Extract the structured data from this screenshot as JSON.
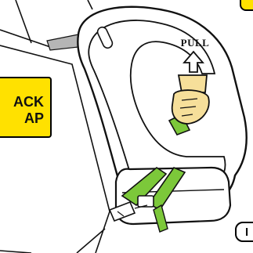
{
  "labels": {
    "side_box_line1": "ACK",
    "side_box_line2": "AP",
    "pull": "PULL",
    "corner_bottom_fragment": "I"
  },
  "colors": {
    "strap_green": "#7cc83a",
    "label_yellow": "#ffe100",
    "hand_skin": "#f6df9a",
    "outline": "#111111",
    "wall_gray": "#b5b5b5"
  },
  "icons": {
    "pull_arrow": "up-arrow-icon",
    "hand": "hand-icon"
  }
}
